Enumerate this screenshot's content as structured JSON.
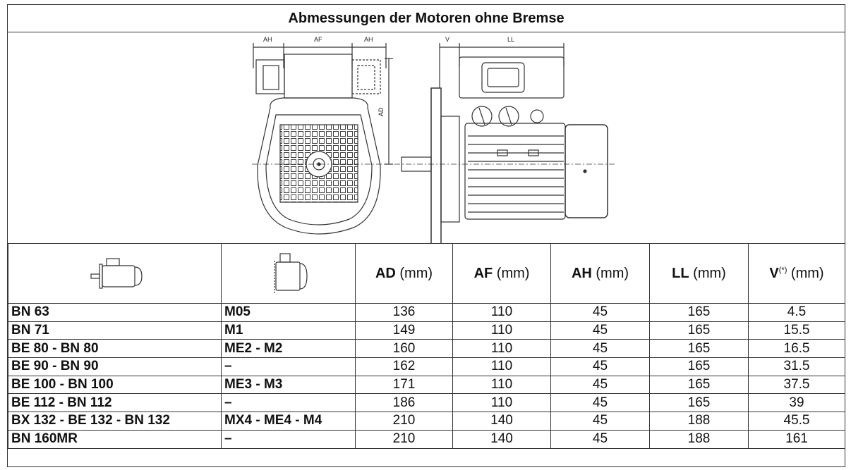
{
  "title": "Abmessungen der Motoren ohne Bremse",
  "drawing": {
    "front_labels": {
      "ah_left": "AH",
      "af": "AF",
      "ah_right": "AH",
      "ad": "AD"
    },
    "side_labels": {
      "v": "V",
      "ll": "LL"
    }
  },
  "table": {
    "columns": [
      {
        "key": "motor",
        "label": "",
        "icon": "motor-side-icon"
      },
      {
        "key": "module",
        "label": "",
        "icon": "motor-module-icon"
      },
      {
        "key": "ad",
        "label_bold": "AD",
        "label_unit": " (mm)"
      },
      {
        "key": "af",
        "label_bold": "AF",
        "label_unit": " (mm)"
      },
      {
        "key": "ah",
        "label_bold": "AH",
        "label_unit": " (mm)"
      },
      {
        "key": "ll",
        "label_bold": "LL",
        "label_unit": " (mm)"
      },
      {
        "key": "v",
        "label_bold": "V",
        "label_sup": "(*)",
        "label_unit": " (mm)"
      }
    ],
    "rows": [
      {
        "motor": "BN 63",
        "module": "M05",
        "ad": "136",
        "af": "110",
        "ah": "45",
        "ll": "165",
        "v": "4.5"
      },
      {
        "motor": "BN 71",
        "module": "M1",
        "ad": "149",
        "af": "110",
        "ah": "45",
        "ll": "165",
        "v": "15.5"
      },
      {
        "motor": "BE 80 - BN 80",
        "module": "ME2 - M2",
        "ad": "160",
        "af": "110",
        "ah": "45",
        "ll": "165",
        "v": "16.5"
      },
      {
        "motor": "BE 90 - BN 90",
        "module": "–",
        "ad": "162",
        "af": "110",
        "ah": "45",
        "ll": "165",
        "v": "31.5"
      },
      {
        "motor": "BE 100 - BN 100",
        "module": "ME3 - M3",
        "ad": "171",
        "af": "110",
        "ah": "45",
        "ll": "165",
        "v": "37.5"
      },
      {
        "motor": "BE 112 - BN 112",
        "module": "–",
        "ad": "186",
        "af": "110",
        "ah": "45",
        "ll": "165",
        "v": "39"
      },
      {
        "motor": "BX 132 - BE 132 - BN 132",
        "module": "MX4 - ME4 - M4",
        "ad": "210",
        "af": "140",
        "ah": "45",
        "ll": "188",
        "v": "45.5"
      },
      {
        "motor": "BN 160MR",
        "module": "–",
        "ad": "210",
        "af": "140",
        "ah": "45",
        "ll": "188",
        "v": "161"
      }
    ]
  }
}
